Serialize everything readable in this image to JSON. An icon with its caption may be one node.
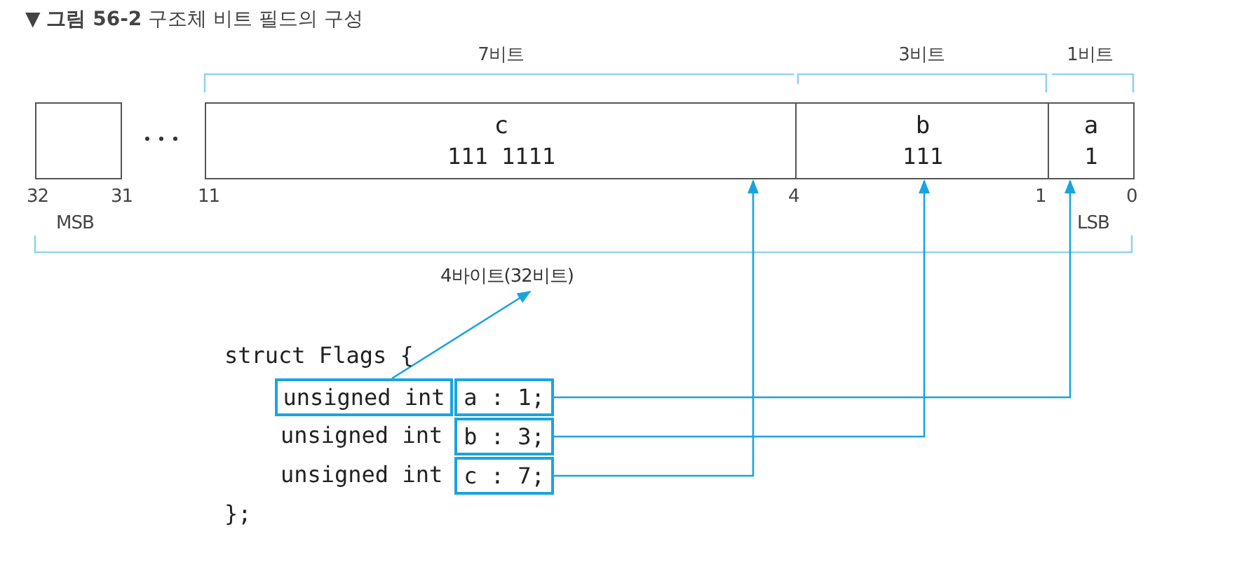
{
  "diagram": {
    "title": "▼ **그림 56-2** 구조체 비트 필드의 구성",
    "nodes": [
      {
        "text": [],
        "shape": "box"
      },
      {
        "text": [
          "c",
          "111 1111"
        ]
      },
      {
        "text": [
          "b",
          "111"
        ]
      },
      {
        "text": [
          "a",
          "1"
        ]
      },
      {
        "text": [
          "4바이트(32비트)"
        ]
      },
      {
        "text": [
          "unsigned int"
        ]
      },
      {
        "text": [
          "a : 1;"
        ]
      },
      {
        "text": [
          "b : 3;"
        ]
      },
      {
        "text": [
          "c : 7;"
        ]
      }
    ],
    "edges": [
      {
        "from": 5,
        "to": 4,
        "arrow": "to"
      },
      {
        "from": 6,
        "to": 3,
        "arrow": "to"
      },
      {
        "from": 7,
        "to": 2,
        "arrow": "to"
      },
      {
        "from": 8,
        "to": 1,
        "arrow": "to"
      }
    ],
    "labels": [
      "7비트",
      "3비트",
      "1비트",
      "32",
      "31",
      "11",
      "4",
      "1",
      "0",
      "MSB",
      "LSB",
      "struct Flags {",
      "unsigned int",
      "unsigned int",
      "};"
    ]
  }
}
